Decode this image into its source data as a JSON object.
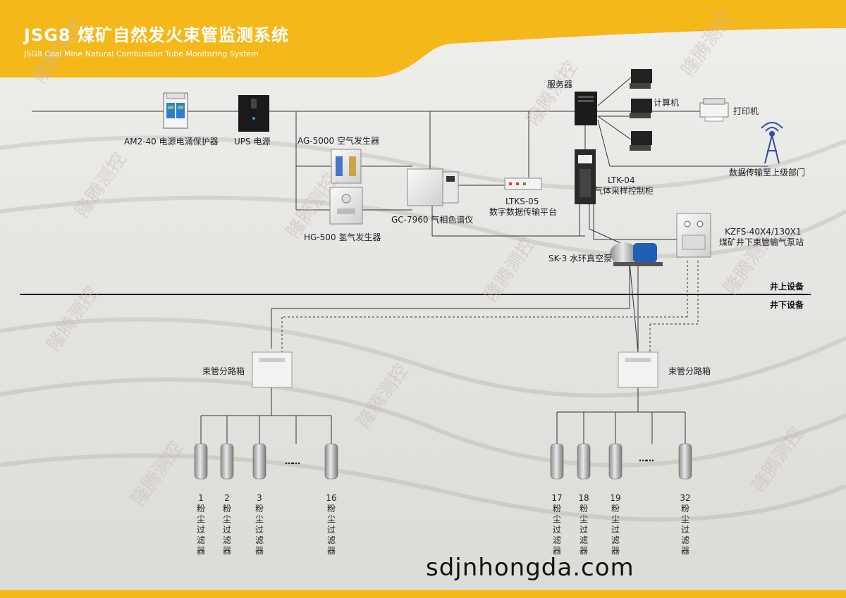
{
  "header": {
    "title": "JSG8 煤矿自然发火束管监测系统",
    "subtitle": "JSG8 Coal Mine Natural Combustion Tube Monitoring System"
  },
  "colors": {
    "accent": "#f5b81a",
    "line": "#333333"
  },
  "surface": {
    "tag": "井上设备",
    "devices": {
      "surge_protector": "AM2-40 电源电涌保护器",
      "ups": "UPS 电源",
      "air_generator": "AG-5000 空气发生器",
      "hydrogen_generator": "HG-500 氢气发生器",
      "gas_chromatograph": "GC-7960 气相色谱仪",
      "data_platform_model": "LTKS-05",
      "data_platform_name": "数字数据传输平台",
      "server": "服务器",
      "computer": "计算机",
      "printer": "打印机",
      "uplink": "数据传输至上级部门",
      "control_cabinet_model": "LTK-04",
      "control_cabinet_name": "气体采样控制柜",
      "vacuum_pump": "SK-3 水环真空泵",
      "pump_station_model": "KZFS-40X4/130X1",
      "pump_station_name": "煤矿井下束管输气泵站"
    }
  },
  "underground": {
    "tag": "井下设备",
    "junction_box_left": "束管分路箱",
    "junction_box_right": "束管分路箱",
    "ellipsis": "……",
    "filters_left": [
      {
        "num": "1",
        "name": "粉尘过滤器"
      },
      {
        "num": "2",
        "name": "粉尘过滤器"
      },
      {
        "num": "3",
        "name": "粉尘过滤器"
      },
      {
        "num": "16",
        "name": "粉尘过滤器"
      }
    ],
    "filters_right": [
      {
        "num": "17",
        "name": "粉尘过滤器"
      },
      {
        "num": "18",
        "name": "粉尘过滤器"
      },
      {
        "num": "19",
        "name": "粉尘过滤器"
      },
      {
        "num": "32",
        "name": "粉尘过滤器"
      }
    ]
  },
  "watermark": "隆腾测控",
  "footer": {
    "website": "sdjnhongda.com"
  }
}
